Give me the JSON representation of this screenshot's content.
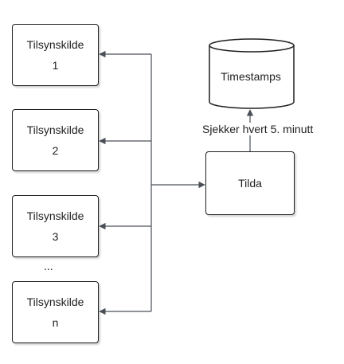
{
  "sources": [
    {
      "line1": "Tilsynskilde",
      "line2": "1"
    },
    {
      "line1": "Tilsynskilde",
      "line2": "2"
    },
    {
      "line1": "Tilsynskilde",
      "line2": "3"
    },
    {
      "line1": "Tilsynskilde",
      "line2": "n"
    }
  ],
  "ellipsis": "...",
  "hub": {
    "label": "Tilda"
  },
  "database": {
    "label": "Timestamps"
  },
  "edge_label": "Sjekker hvert 5. minutt",
  "colors": {
    "stroke": "#1f1f1f",
    "connector": "#4a4f57",
    "background": "#ffffff"
  }
}
